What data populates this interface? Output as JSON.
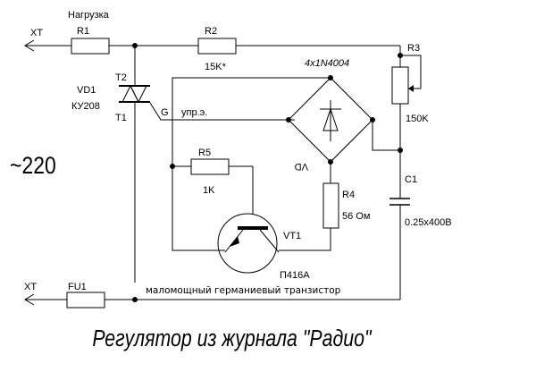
{
  "title": "Регулятор из журнала \"Радио\"",
  "supply_label": "~220",
  "terminals": {
    "top": "XT",
    "bottom": "XT"
  },
  "components": {
    "R1": {
      "ref": "R1",
      "note": "Нагрузка"
    },
    "R2": {
      "ref": "R2",
      "value": "15K*"
    },
    "R3": {
      "ref": "R3",
      "value": "150K"
    },
    "R4": {
      "ref": "R4",
      "value": "56 Ом"
    },
    "R5": {
      "ref": "R5",
      "value": "1K"
    },
    "C1": {
      "ref": "C1",
      "value": "0.25x400В"
    },
    "FU1": {
      "ref": "FU1"
    },
    "VD1": {
      "ref": "VD1",
      "part": "КУ208",
      "pin_t2": "T2",
      "pin_t1": "T1",
      "pin_g": "G"
    },
    "VD": {
      "ref": "VD",
      "part": "4x1N4004"
    },
    "VT1": {
      "ref": "VT1",
      "part": "П416А"
    }
  },
  "notes": {
    "gate_label": "упр.э.",
    "transistor_note": "маломощный германиевый  транзистор"
  }
}
